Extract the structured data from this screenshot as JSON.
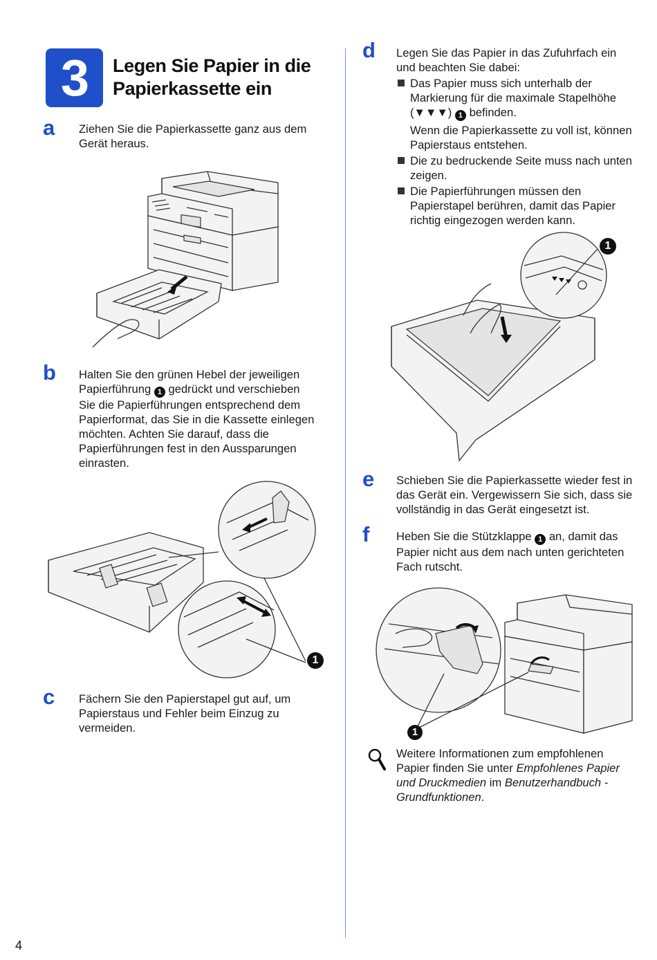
{
  "header": {
    "step_number": "3",
    "title_line1": "Legen Sie Papier in die",
    "title_line2": "Papierkassette ein"
  },
  "steps": {
    "a": {
      "letter": "a",
      "text_line1": "Ziehen Sie die Papierkassette ganz aus dem",
      "text_line2": "Gerät heraus."
    },
    "b": {
      "letter": "b",
      "line1": "Halten Sie den grünen Hebel der jeweiligen",
      "line2_pre": "Papierführung",
      "line2_post": "gedrückt und verschieben",
      "line3": "Sie die Papierführungen entsprechend dem",
      "line4": "Papierformat, das Sie in die Kassette einlegen",
      "line5": "möchten. Achten Sie darauf, dass die",
      "line6": "Papierführungen fest in den Aussparungen",
      "line7": "einrasten."
    },
    "c": {
      "letter": "c",
      "line1": "Fächern Sie den Papierstapel gut auf, um",
      "line2": "Papierstaus und Fehler beim Einzug zu",
      "line3": "vermeiden."
    },
    "d": {
      "letter": "d",
      "intro1": "Legen Sie das Papier in das Zufuhrfach ein",
      "intro2": "und beachten Sie dabei:",
      "b1_line1": "Das Papier muss sich unterhalb der",
      "b1_line2": "Markierung für die maximale Stapelhöhe",
      "b1_line3_pre": "(▼▼▼)",
      "b1_line3_post": "befinden.",
      "b1_sub1": "Wenn die Papierkassette zu voll ist, können",
      "b1_sub2": "Papierstaus entstehen.",
      "b2_line1": "Die zu bedruckende Seite muss nach unten",
      "b2_line2": "zeigen.",
      "b3_line1": "Die Papierführungen müssen den",
      "b3_line2": "Papierstapel berühren, damit das Papier",
      "b3_line3": "richtig eingezogen werden kann."
    },
    "e": {
      "letter": "e",
      "line1": "Schieben Sie die Papierkassette wieder fest in",
      "line2": "das Gerät ein. Vergewissern Sie sich, dass sie",
      "line3": "vollständig in das Gerät eingesetzt ist."
    },
    "f": {
      "letter": "f",
      "line1_pre": "Heben Sie die Stützklappe",
      "line1_post": "an, damit das",
      "line2": "Papier nicht aus dem nach unten gerichteten",
      "line3": "Fach rutscht."
    }
  },
  "note": {
    "line1": "Weitere Informationen zum empfohlenen",
    "line2_pre": "Papier finden Sie unter",
    "line2_it": "Empfohlenes Papier",
    "line3_it1": "und Druckmedien",
    "line3_mid": "im",
    "line3_it2": "Benutzerhandbuch -",
    "line4_it": "Grundfunktionen",
    "line4_post": "."
  },
  "callout": "1",
  "page_number": "4",
  "colors": {
    "accent": "#1f4fc9",
    "divider": "#6f8ff0",
    "callout": "#111111"
  },
  "icons": [
    "magnifier-icon",
    "callout-1-icon"
  ]
}
